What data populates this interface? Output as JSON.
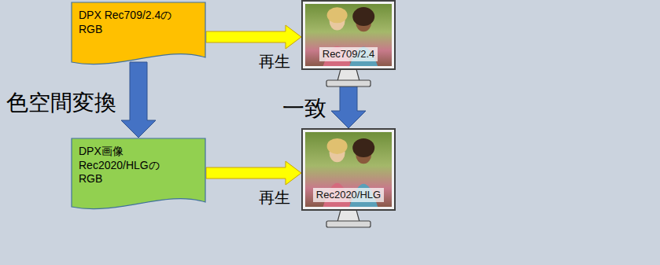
{
  "diagram": {
    "nodes": [
      {
        "text": [
          "DPX Rec709/2.4のRGB"
        ]
      },
      {
        "text": [
          "Rec709/2.4"
        ]
      },
      {
        "text": [
          "DPX画像 Rec2020/HLGの RGB"
        ]
      },
      {
        "text": [
          "Rec2020/HLG"
        ]
      }
    ],
    "edges": [
      {
        "from": 0,
        "to": 1,
        "arrow": "to",
        "label": "再生"
      },
      {
        "from": 0,
        "to": 2,
        "arrow": "to",
        "label": "色空間変換"
      },
      {
        "from": 2,
        "to": 3,
        "arrow": "to",
        "label": "再生"
      },
      {
        "from": 1,
        "to": 3,
        "arrow": "to",
        "label": "一致"
      }
    ]
  }
}
